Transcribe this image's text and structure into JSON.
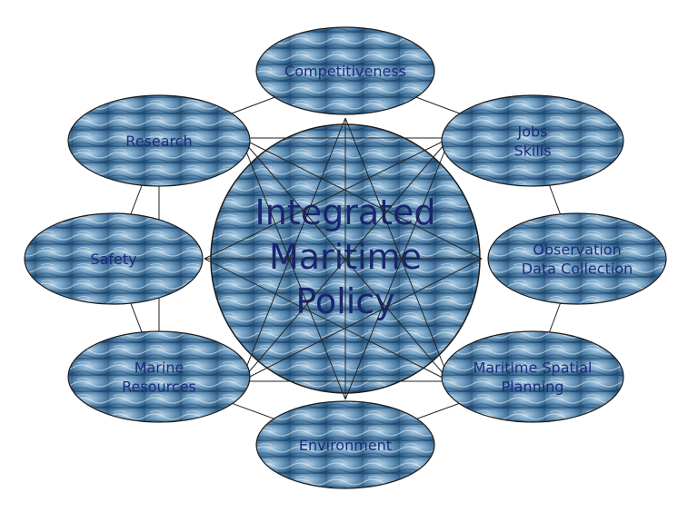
{
  "diagram": {
    "center": {
      "lines": [
        "Integrated",
        "Maritime",
        "Policy"
      ]
    },
    "nodes": [
      {
        "id": "competitiveness",
        "lines": [
          "Competitiveness"
        ]
      },
      {
        "id": "jobs-skills",
        "lines": [
          "Jobs",
          "Skills"
        ]
      },
      {
        "id": "observation",
        "lines": [
          "Observation",
          "Data Collection"
        ]
      },
      {
        "id": "spatial-planning",
        "lines": [
          "Maritime Spatial",
          "Planning"
        ]
      },
      {
        "id": "environment",
        "lines": [
          "Environment"
        ]
      },
      {
        "id": "marine-resources",
        "lines": [
          "Marine",
          "Resources"
        ]
      },
      {
        "id": "safety",
        "lines": [
          "Safety"
        ]
      },
      {
        "id": "research",
        "lines": [
          "Research"
        ]
      }
    ],
    "colors": {
      "water_dark": "#1d4a72",
      "water_mid": "#4f7fa6",
      "water_light": "#c7dbea",
      "text": "#1a2a7c",
      "lines": "#222222"
    }
  }
}
